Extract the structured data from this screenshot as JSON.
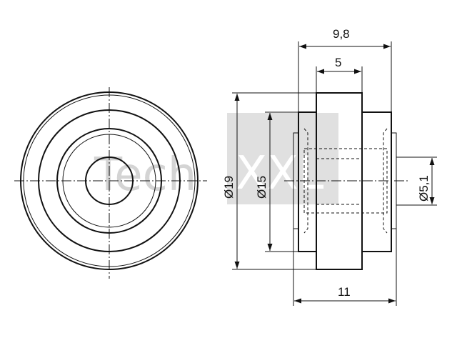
{
  "watermark": {
    "text_left": "Tech",
    "text_right": "XXL"
  },
  "dimensions": {
    "overall_width": "9,8",
    "hub_width": "5",
    "outer_diameter": "Ø19",
    "flange_diameter": "Ø15",
    "bore_diameter": "Ø5,1",
    "base_width": "11"
  },
  "colors": {
    "line": "#111111",
    "watermark": "#d9d9d9"
  }
}
